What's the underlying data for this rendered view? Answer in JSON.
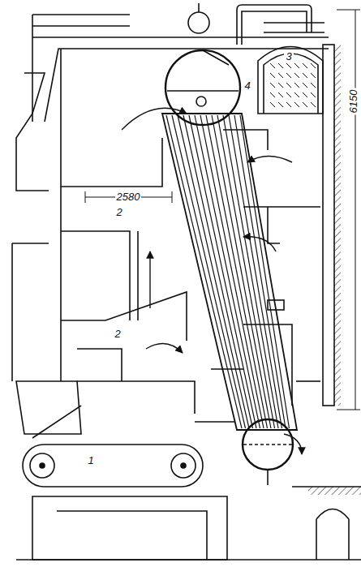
{
  "diagram": {
    "labels": [
      "2580",
      "2",
      "2",
      "1",
      "3",
      "4",
      "6150"
    ]
  }
}
